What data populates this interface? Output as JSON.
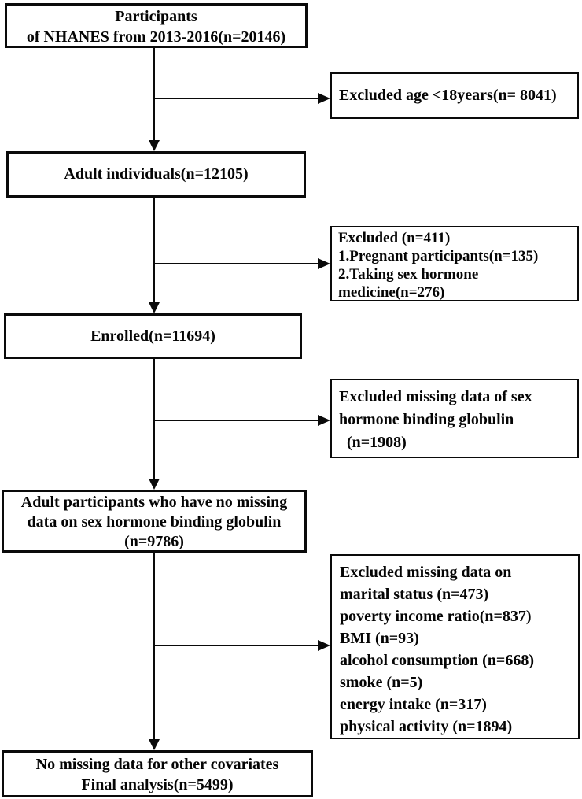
{
  "colors": {
    "background": "#ffffff",
    "box_border": "#0a0a0a",
    "text": "#050505",
    "connector": "#0a0a0a"
  },
  "flow": {
    "main_boxes": [
      {
        "id": "participants",
        "lines": [
          "Participants",
          "of NHANES from 2013-2016(n=20146)"
        ]
      },
      {
        "id": "adults",
        "lines": [
          "Adult individuals(n=12105)"
        ]
      },
      {
        "id": "enrolled",
        "lines": [
          "Enrolled(n=11694)"
        ]
      },
      {
        "id": "no-missing-shbg",
        "lines": [
          "Adult participants who have no missing",
          "data on sex hormone binding globulin",
          "(n=9786)"
        ]
      },
      {
        "id": "final-analysis",
        "lines": [
          "No missing data for other covariates",
          "Final analysis(n=5499)"
        ]
      }
    ],
    "exclusion_boxes": [
      {
        "id": "excluded-age",
        "lines": [
          "Excluded age <18years(n= 8041)"
        ]
      },
      {
        "id": "excluded-pregnant-hormone",
        "lines": [
          "Excluded (n=411)",
          "1.Pregnant participants(n=135)",
          "2.Taking sex hormone",
          "medicine(n=276)"
        ]
      },
      {
        "id": "excluded-missing-shbg",
        "lines": [
          "Excluded missing data of sex",
          "hormone binding globulin",
          "  (n=1908)"
        ]
      },
      {
        "id": "excluded-missing-covariates",
        "lines": [
          "Excluded missing data on",
          "marital status (n=473)",
          "poverty income ratio(n=837)",
          "BMI (n=93)",
          "alcohol consumption (n=668)",
          "smoke (n=5)",
          "energy intake (n=317)",
          "physical activity (n=1894)"
        ]
      }
    ]
  }
}
